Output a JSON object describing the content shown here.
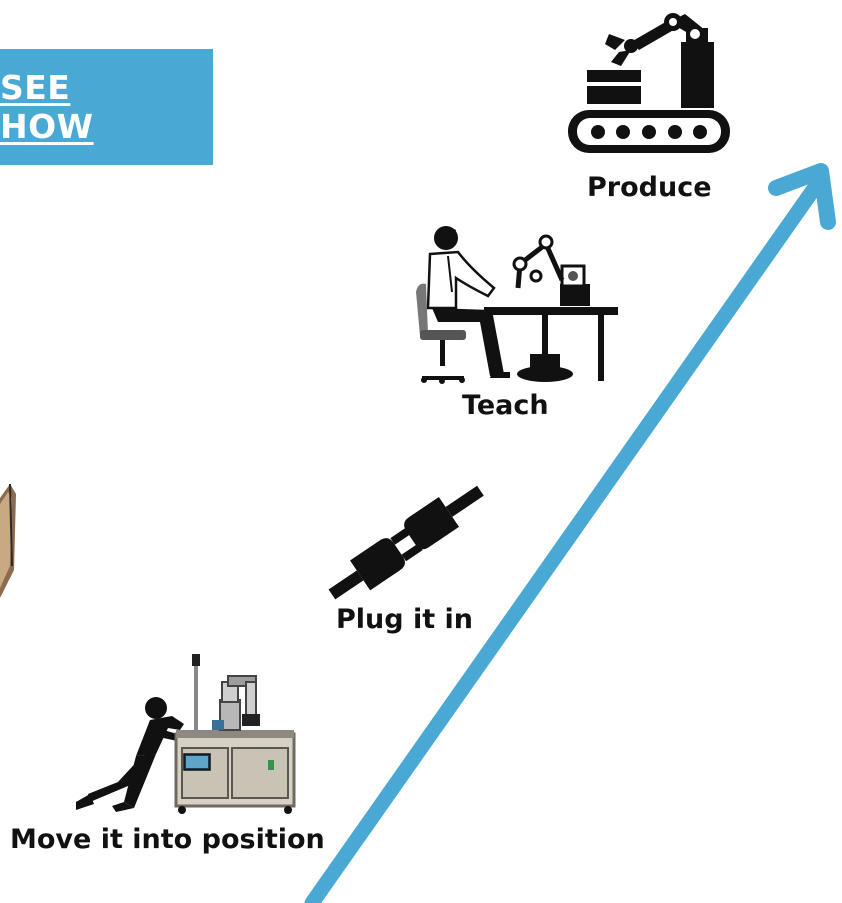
{
  "cta": {
    "label": "SEE HOW",
    "color": "#4aa9d4"
  },
  "steps": [
    {
      "label": "Produce",
      "icon": "robot-arm-conveyor-icon"
    },
    {
      "label": "Teach",
      "icon": "person-teaching-robot-icon"
    },
    {
      "label": "Plug it in",
      "icon": "plug-icon"
    },
    {
      "label": "Move it into position",
      "icon": "person-pushing-robot-cart-icon"
    }
  ],
  "arrow_color": "#4aa9d4"
}
